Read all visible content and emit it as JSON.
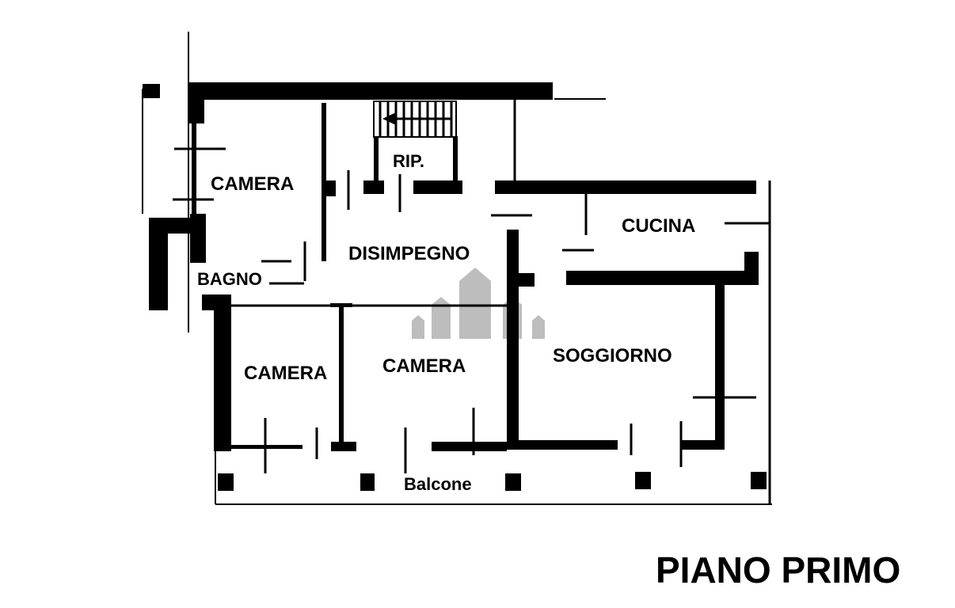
{
  "plan": {
    "title": "PIANO PRIMO",
    "rooms": {
      "camera_top": "CAMERA",
      "rip": "RIP.",
      "disimpegno": "DISIMPEGNO",
      "cucina": "CUCINA",
      "bagno": "BAGNO",
      "camera_left": "CAMERA",
      "camera_mid": "CAMERA",
      "soggiorno": "SOGGIORNO",
      "balcone": "Balcone"
    }
  }
}
